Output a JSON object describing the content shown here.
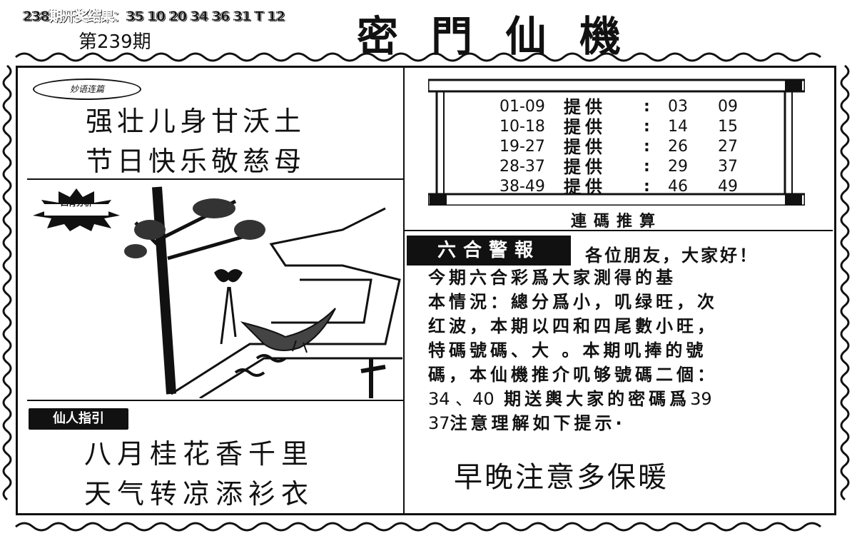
{
  "header": {
    "prev_result": "238期开奖结果：35 10 20 34 36 31 T 12",
    "issue": "第239期",
    "title": "密門仙機"
  },
  "left_top": {
    "badge": "妙语连篇",
    "lines": [
      "强壮儿身甘沃土",
      "节日快乐敬慈母"
    ]
  },
  "left_illustration": {
    "badge": "四肖分析"
  },
  "left_bottom": {
    "tab": "仙人指引",
    "lines": [
      "八月桂花香千里",
      "天气转凉添衫衣"
    ]
  },
  "lianma": {
    "label": "提供",
    "colon": ":",
    "rows": [
      {
        "range": "01-09",
        "a": "03",
        "b": "09"
      },
      {
        "range": "10-18",
        "a": "14",
        "b": "15"
      },
      {
        "range": "19-27",
        "a": "26",
        "b": "27"
      },
      {
        "range": "28-37",
        "a": "29",
        "b": "37"
      },
      {
        "range": "38-49",
        "a": "46",
        "b": "49"
      }
    ],
    "caption": "連碼推算"
  },
  "alert": {
    "tab": "六合警報",
    "greeting": "各位朋友，大家好！",
    "p1": "今期六合彩爲大家測得的基",
    "p2": "本情況：總分爲小，叽绿旺，次",
    "p3": "红波，本期以四和四尾數小旺，",
    "p4": "特碼號碼、大 。本期叽捧的號",
    "p5": "碼，本仙機推介叽够號碼二個：",
    "p6_num": "34 、40",
    "p6_text": " 期送輿大家的密碼爲",
    "p6_end": "39",
    "p7_num": "37",
    "p7_text": "注意理解如下提示·"
  },
  "bottom_note": "早晚注意多保暖"
}
